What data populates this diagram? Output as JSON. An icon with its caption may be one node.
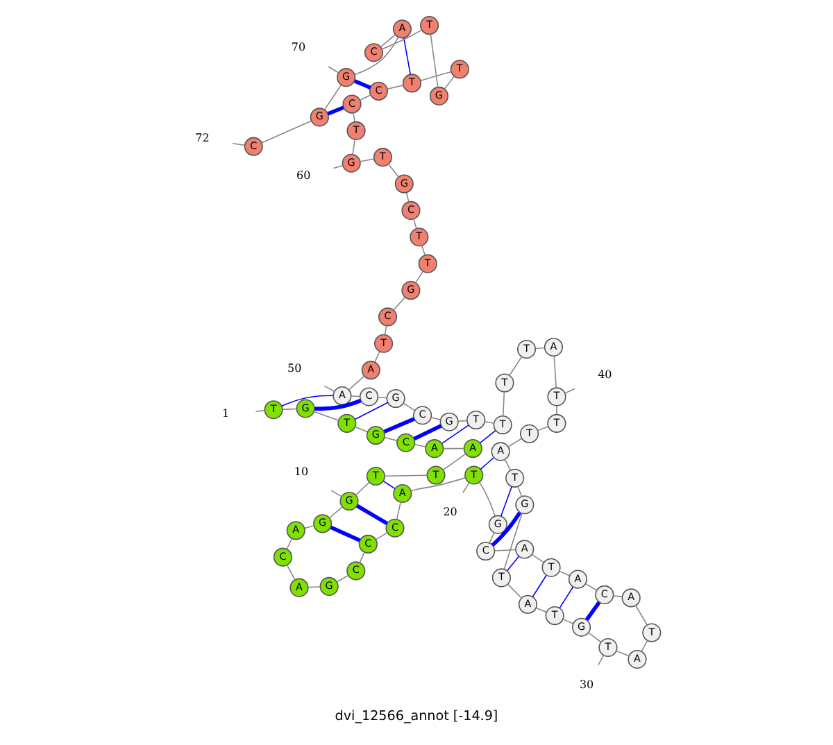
{
  "diagram": {
    "title": "dvi_12566_annot [-14.9]",
    "nodes": [
      {
        "text": [
          "T"
        ]
      },
      {
        "text": [
          "G"
        ]
      },
      {
        "text": [
          "T"
        ]
      },
      {
        "text": [
          "G"
        ]
      },
      {
        "text": [
          "C"
        ]
      },
      {
        "text": [
          "A"
        ]
      },
      {
        "text": [
          "A"
        ]
      },
      {
        "text": [
          "T"
        ]
      },
      {
        "text": [
          "T"
        ]
      },
      {
        "text": [
          "G"
        ]
      },
      {
        "text": [
          "G"
        ]
      },
      {
        "text": [
          "A"
        ]
      },
      {
        "text": [
          "C"
        ]
      },
      {
        "text": [
          "A"
        ]
      },
      {
        "text": [
          "G"
        ]
      },
      {
        "text": [
          "C"
        ]
      },
      {
        "text": [
          "C"
        ]
      },
      {
        "text": [
          "C"
        ]
      },
      {
        "text": [
          "A"
        ]
      },
      {
        "text": [
          "T"
        ]
      },
      {
        "text": [
          "G"
        ]
      },
      {
        "text": [
          "C"
        ]
      },
      {
        "text": [
          "A"
        ]
      },
      {
        "text": [
          "T"
        ]
      },
      {
        "text": [
          "A"
        ]
      },
      {
        "text": [
          "C"
        ]
      },
      {
        "text": [
          "A"
        ]
      },
      {
        "text": [
          "T"
        ]
      },
      {
        "text": [
          "A"
        ]
      },
      {
        "text": [
          "T"
        ]
      },
      {
        "text": [
          "G"
        ]
      },
      {
        "text": [
          "T"
        ]
      },
      {
        "text": [
          "A"
        ]
      },
      {
        "text": [
          "T"
        ]
      },
      {
        "text": [
          "G"
        ]
      },
      {
        "text": [
          "T"
        ]
      },
      {
        "text": [
          "A"
        ]
      },
      {
        "text": [
          "T"
        ]
      },
      {
        "text": [
          "T"
        ]
      },
      {
        "text": [
          "T"
        ]
      },
      {
        "text": [
          "A"
        ]
      },
      {
        "text": [
          "T"
        ]
      },
      {
        "text": [
          "T"
        ]
      },
      {
        "text": [
          "T"
        ]
      },
      {
        "text": [
          "T"
        ]
      },
      {
        "text": [
          "G"
        ]
      },
      {
        "text": [
          "C"
        ]
      },
      {
        "text": [
          "G"
        ]
      },
      {
        "text": [
          "C"
        ]
      },
      {
        "text": [
          "A"
        ]
      },
      {
        "text": [
          "A"
        ]
      },
      {
        "text": [
          "T"
        ]
      },
      {
        "text": [
          "C"
        ]
      },
      {
        "text": [
          "G"
        ]
      },
      {
        "text": [
          "T"
        ]
      },
      {
        "text": [
          "T"
        ]
      },
      {
        "text": [
          "C"
        ]
      },
      {
        "text": [
          "G"
        ]
      },
      {
        "text": [
          "T"
        ]
      },
      {
        "text": [
          "G"
        ]
      },
      {
        "text": [
          "T"
        ]
      },
      {
        "text": [
          "C"
        ]
      },
      {
        "text": [
          "C"
        ]
      },
      {
        "text": [
          "T"
        ]
      },
      {
        "text": [
          "T"
        ]
      },
      {
        "text": [
          "G"
        ]
      },
      {
        "text": [
          "T"
        ]
      },
      {
        "text": [
          "C"
        ]
      },
      {
        "text": [
          "A"
        ]
      },
      {
        "text": [
          "G"
        ]
      },
      {
        "text": [
          "G"
        ]
      },
      {
        "text": [
          "C"
        ]
      },
      {
        "text": [
          "1"
        ]
      },
      {
        "text": [
          "10"
        ]
      },
      {
        "text": [
          "20"
        ]
      },
      {
        "text": [
          "30"
        ]
      },
      {
        "text": [
          "40"
        ]
      },
      {
        "text": [
          "50"
        ]
      },
      {
        "text": [
          "60"
        ]
      },
      {
        "text": [
          "70"
        ]
      },
      {
        "text": [
          "72"
        ]
      }
    ],
    "edges": [
      {
        "from": 0,
        "to": 1,
        "arrow": "none"
      },
      {
        "from": 1,
        "to": 2,
        "arrow": "none"
      },
      {
        "from": 2,
        "to": 3,
        "arrow": "none"
      },
      {
        "from": 3,
        "to": 4,
        "arrow": "none"
      },
      {
        "from": 4,
        "to": 5,
        "arrow": "none"
      },
      {
        "from": 5,
        "to": 6,
        "arrow": "none"
      },
      {
        "from": 6,
        "to": 7,
        "arrow": "none"
      },
      {
        "from": 7,
        "to": 8,
        "arrow": "none"
      },
      {
        "from": 8,
        "to": 9,
        "arrow": "none"
      },
      {
        "from": 9,
        "to": 10,
        "arrow": "none"
      },
      {
        "from": 10,
        "to": 11,
        "arrow": "none"
      },
      {
        "from": 11,
        "to": 12,
        "arrow": "none"
      },
      {
        "from": 12,
        "to": 13,
        "arrow": "none"
      },
      {
        "from": 13,
        "to": 14,
        "arrow": "none"
      },
      {
        "from": 14,
        "to": 15,
        "arrow": "none"
      },
      {
        "from": 15,
        "to": 16,
        "arrow": "none"
      },
      {
        "from": 16,
        "to": 17,
        "arrow": "none"
      },
      {
        "from": 17,
        "to": 18,
        "arrow": "none"
      },
      {
        "from": 18,
        "to": 19,
        "arrow": "none"
      },
      {
        "from": 19,
        "to": 20,
        "arrow": "none"
      },
      {
        "from": 20,
        "to": 21,
        "arrow": "none"
      },
      {
        "from": 21,
        "to": 22,
        "arrow": "none"
      },
      {
        "from": 22,
        "to": 23,
        "arrow": "none"
      },
      {
        "from": 23,
        "to": 24,
        "arrow": "none"
      },
      {
        "from": 24,
        "to": 25,
        "arrow": "none"
      },
      {
        "from": 25,
        "to": 26,
        "arrow": "none"
      },
      {
        "from": 26,
        "to": 27,
        "arrow": "none"
      },
      {
        "from": 27,
        "to": 28,
        "arrow": "none"
      },
      {
        "from": 28,
        "to": 29,
        "arrow": "none"
      },
      {
        "from": 29,
        "to": 30,
        "arrow": "none"
      },
      {
        "from": 30,
        "to": 31,
        "arrow": "none"
      },
      {
        "from": 31,
        "to": 32,
        "arrow": "none"
      },
      {
        "from": 32,
        "to": 33,
        "arrow": "none"
      },
      {
        "from": 33,
        "to": 34,
        "arrow": "none"
      },
      {
        "from": 34,
        "to": 35,
        "arrow": "none"
      },
      {
        "from": 35,
        "to": 36,
        "arrow": "none"
      },
      {
        "from": 36,
        "to": 37,
        "arrow": "none"
      },
      {
        "from": 37,
        "to": 38,
        "arrow": "none"
      },
      {
        "from": 38,
        "to": 39,
        "arrow": "none"
      },
      {
        "from": 39,
        "to": 40,
        "arrow": "none"
      },
      {
        "from": 40,
        "to": 41,
        "arrow": "none"
      },
      {
        "from": 41,
        "to": 42,
        "arrow": "none"
      },
      {
        "from": 42,
        "to": 43,
        "arrow": "none"
      },
      {
        "from": 43,
        "to": 44,
        "arrow": "none"
      },
      {
        "from": 44,
        "to": 45,
        "arrow": "none"
      },
      {
        "from": 45,
        "to": 46,
        "arrow": "none"
      },
      {
        "from": 46,
        "to": 47,
        "arrow": "none"
      },
      {
        "from": 47,
        "to": 48,
        "arrow": "none"
      },
      {
        "from": 48,
        "to": 49,
        "arrow": "none"
      },
      {
        "from": 49,
        "to": 50,
        "arrow": "none"
      },
      {
        "from": 50,
        "to": 51,
        "arrow": "none"
      },
      {
        "from": 51,
        "to": 52,
        "arrow": "none"
      },
      {
        "from": 52,
        "to": 53,
        "arrow": "none"
      },
      {
        "from": 53,
        "to": 54,
        "arrow": "none"
      },
      {
        "from": 54,
        "to": 55,
        "arrow": "none"
      },
      {
        "from": 55,
        "to": 56,
        "arrow": "none"
      },
      {
        "from": 56,
        "to": 57,
        "arrow": "none"
      },
      {
        "from": 57,
        "to": 58,
        "arrow": "none"
      },
      {
        "from": 58,
        "to": 59,
        "arrow": "none"
      },
      {
        "from": 59,
        "to": 60,
        "arrow": "none"
      },
      {
        "from": 60,
        "to": 61,
        "arrow": "none"
      },
      {
        "from": 61,
        "to": 62,
        "arrow": "none"
      },
      {
        "from": 62,
        "to": 63,
        "arrow": "none"
      },
      {
        "from": 63,
        "to": 64,
        "arrow": "none"
      },
      {
        "from": 64,
        "to": 65,
        "arrow": "none"
      },
      {
        "from": 65,
        "to": 66,
        "arrow": "none"
      },
      {
        "from": 66,
        "to": 67,
        "arrow": "none"
      },
      {
        "from": 67,
        "to": 68,
        "arrow": "none"
      },
      {
        "from": 68,
        "to": 69,
        "arrow": "none"
      },
      {
        "from": 69,
        "to": 70,
        "arrow": "none"
      },
      {
        "from": 70,
        "to": 71,
        "arrow": "none"
      },
      {
        "from": 0,
        "to": 49,
        "arrow": "none",
        "color": "#0000ff"
      },
      {
        "from": 1,
        "to": 48,
        "arrow": "none",
        "style": "thick",
        "color": "#0000ff"
      },
      {
        "from": 2,
        "to": 47,
        "arrow": "none",
        "color": "#0000ff"
      },
      {
        "from": 3,
        "to": 46,
        "arrow": "none",
        "style": "thick",
        "color": "#0000ff"
      },
      {
        "from": 4,
        "to": 45,
        "arrow": "none",
        "style": "thick",
        "color": "#0000ff"
      },
      {
        "from": 5,
        "to": 44,
        "arrow": "none",
        "color": "#0000ff"
      },
      {
        "from": 6,
        "to": 43,
        "arrow": "none",
        "color": "#0000ff"
      },
      {
        "from": 8,
        "to": 18,
        "arrow": "none",
        "color": "#0000ff"
      },
      {
        "from": 9,
        "to": 17,
        "arrow": "none",
        "style": "thick",
        "color": "#0000ff"
      },
      {
        "from": 10,
        "to": 16,
        "arrow": "none",
        "style": "thick",
        "color": "#0000ff"
      },
      {
        "from": 19,
        "to": 36,
        "arrow": "none",
        "color": "#0000ff"
      },
      {
        "from": 20,
        "to": 35,
        "arrow": "none",
        "color": "#0000ff"
      },
      {
        "from": 21,
        "to": 34,
        "arrow": "none",
        "style": "thick",
        "color": "#0000ff"
      },
      {
        "from": 22,
        "to": 33,
        "arrow": "none",
        "color": "#0000ff"
      },
      {
        "from": 23,
        "to": 32,
        "arrow": "none",
        "color": "#0000ff"
      },
      {
        "from": 24,
        "to": 31,
        "arrow": "none",
        "color": "#0000ff"
      },
      {
        "from": 25,
        "to": 30,
        "arrow": "none",
        "style": "thick",
        "color": "#0000ff"
      },
      {
        "from": 61,
        "to": 70,
        "arrow": "none",
        "style": "thick",
        "color": "#0000ff"
      },
      {
        "from": 62,
        "to": 69,
        "arrow": "none",
        "style": "thick",
        "color": "#0000ff"
      },
      {
        "from": 63,
        "to": 68,
        "arrow": "none",
        "color": "#0000ff"
      },
      {
        "from": 72,
        "to": 0,
        "arrow": "none"
      },
      {
        "from": 73,
        "to": 9,
        "arrow": "none"
      },
      {
        "from": 74,
        "to": 19,
        "arrow": "none"
      },
      {
        "from": 75,
        "to": 29,
        "arrow": "none"
      },
      {
        "from": 76,
        "to": 39,
        "arrow": "none"
      },
      {
        "from": 77,
        "to": 49,
        "arrow": "none"
      },
      {
        "from": 78,
        "to": 59,
        "arrow": "none"
      },
      {
        "from": 79,
        "to": 69,
        "arrow": "none"
      },
      {
        "from": 80,
        "to": 71,
        "arrow": "none"
      }
    ]
  }
}
